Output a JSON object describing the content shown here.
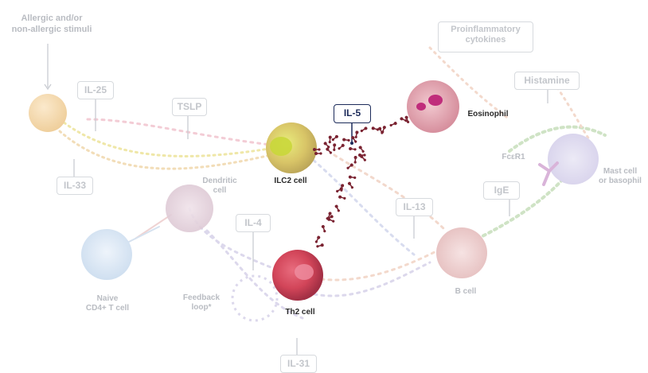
{
  "diagram": {
    "stimuli_label": "Allergic and/or\nnon-allergic stimuli",
    "cytokines": {
      "il25": "IL-25",
      "il33": "IL-33",
      "tslp": "TSLP",
      "il5": "IL-5",
      "il4": "IL-4",
      "il13": "IL-13",
      "il31": "IL-31",
      "ige": "IgE",
      "proinflammatory": "Proinflammatory\ncytokines",
      "histamine": "Histamine"
    },
    "cells": {
      "ilc2": "ILC2 cell",
      "eosinophil": "Eosinophil",
      "dendritic": "Dendritic\ncell",
      "naive": "Naive\nCD4+ T cell",
      "th2": "Th2 cell",
      "bcell": "B cell",
      "mast": "Mast cell\nor basophil",
      "fceri": "FcεR1"
    },
    "feedback_label": "Feedback\nloop*",
    "colors": {
      "active_box": "#1c2b5a",
      "il5_molecule": "#7a2331",
      "faded_text": "#b9bcc2"
    }
  }
}
